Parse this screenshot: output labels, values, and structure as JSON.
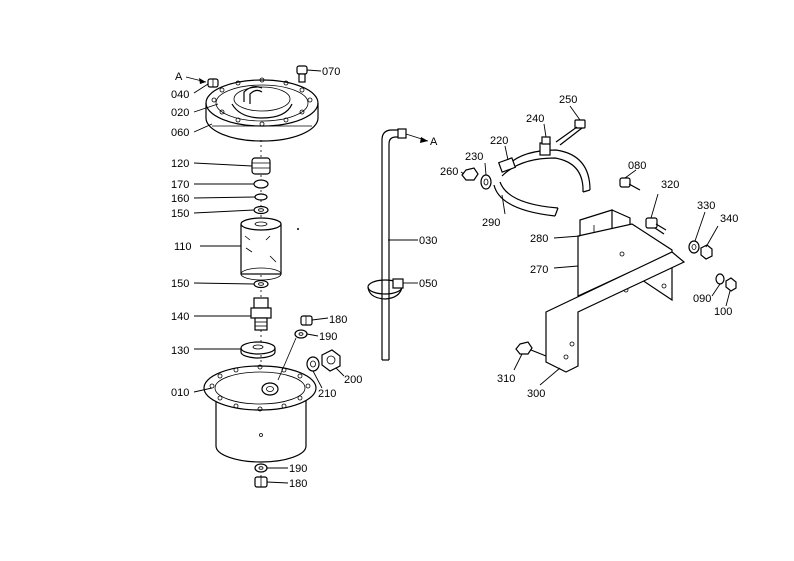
{
  "labels": {
    "A_top": "A",
    "p040": "040",
    "p020": "020",
    "p060": "060",
    "p070": "070",
    "p120": "120",
    "p170": "170",
    "p160": "160",
    "p150a": "150",
    "p110": "110",
    "p150b": "150",
    "p140": "140",
    "p130": "130",
    "p010": "010",
    "p180a": "180",
    "p190a": "190",
    "p200": "200",
    "p210": "210",
    "p190b": "190",
    "p180b": "180",
    "p030": "030",
    "A_rod": "A",
    "p050": "050",
    "p250": "250",
    "p240": "240",
    "p220": "220",
    "p230": "230",
    "p260": "260",
    "p290": "290",
    "p080": "080",
    "p320": "320",
    "p330": "330",
    "p340": "340",
    "p280": "280",
    "p270": "270",
    "p090": "090",
    "p100": "100",
    "p310": "310",
    "p300": "300"
  }
}
